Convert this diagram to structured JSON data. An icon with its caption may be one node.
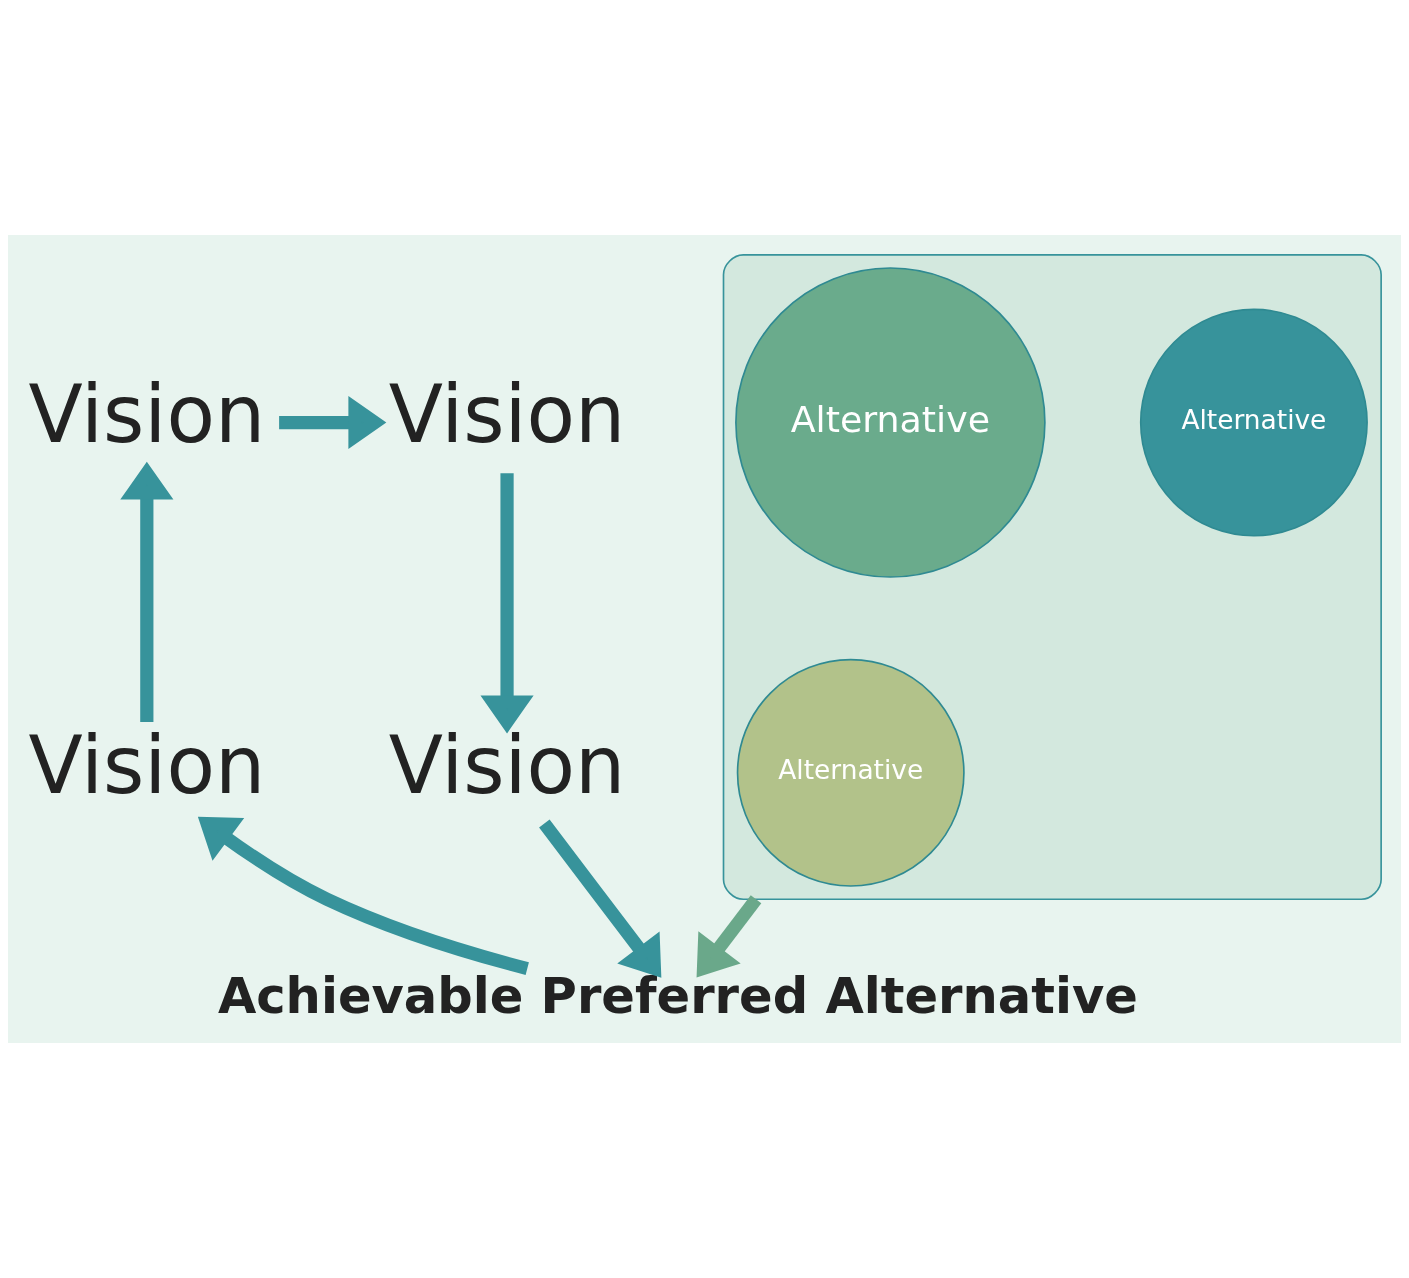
{
  "diagram": {
    "nodes": [
      {
        "text": [
          "Vision"
        ]
      },
      {
        "text": [
          "Vision"
        ]
      },
      {
        "text": [],
        "shape": "funnel"
      },
      {
        "text": [
          "Alternative"
        ],
        "in": 2
      },
      {
        "text": [
          "Alternative"
        ],
        "in": 2
      },
      {
        "text": [
          "Alternative"
        ],
        "in": 2
      },
      {
        "text": [
          "Vision"
        ]
      },
      {
        "text": [
          "Vision"
        ]
      },
      {
        "text": [
          "Achievable Preferred Alternative"
        ]
      }
    ],
    "edges": [
      {
        "from": 0,
        "to": 1,
        "arrow": "to"
      },
      {
        "from": 1,
        "to": 7,
        "arrow": "to"
      },
      {
        "from": 7,
        "to": 8,
        "arrow": "to"
      },
      {
        "from": 8,
        "to": 6,
        "arrow": "to"
      },
      {
        "from": 6,
        "to": 0,
        "arrow": "to"
      },
      {
        "from": 2,
        "to": 8,
        "arrow": "to",
        "color": "#6aa88a"
      }
    ]
  }
}
